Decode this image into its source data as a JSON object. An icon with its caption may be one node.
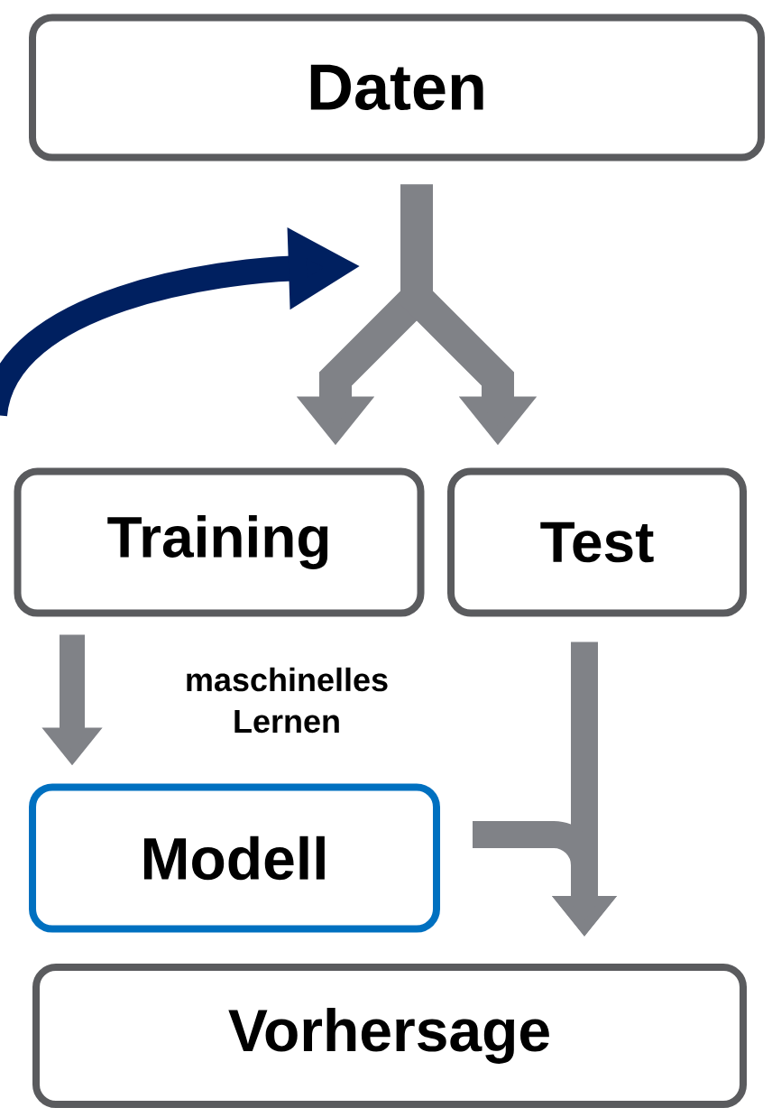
{
  "diagram": {
    "nodes": [
      {
        "text": [
          "Daten"
        ]
      },
      {
        "text": [
          "Training"
        ]
      },
      {
        "text": [
          "Test"
        ]
      },
      {
        "text": [
          "Modell"
        ]
      },
      {
        "text": [
          "Vorhersage"
        ]
      }
    ],
    "edges": [
      {
        "from": 0,
        "to": 1,
        "arrow": "to"
      },
      {
        "from": 0,
        "to": 2,
        "arrow": "to"
      },
      {
        "from": 1,
        "to": 3,
        "arrow": "to",
        "label": "maschinelles Lernen"
      },
      {
        "from": 2,
        "to": 4,
        "arrow": "to"
      },
      {
        "from": 3,
        "to": 4,
        "arrow": "to"
      }
    ]
  }
}
